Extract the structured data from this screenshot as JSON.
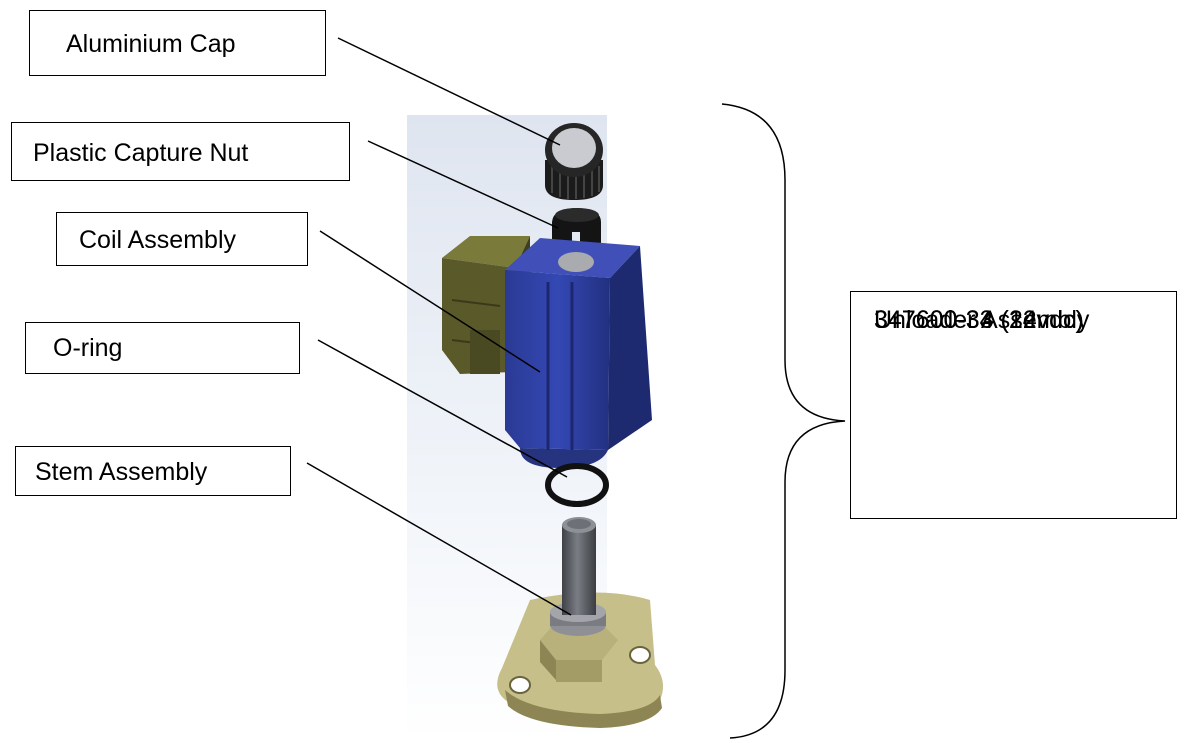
{
  "labels": {
    "aluminium_cap": "Aluminium Cap",
    "plastic_capture_nut": "Plastic Capture Nut",
    "coil_assembly": "Coil Assembly",
    "o_ring": "O-ring",
    "stem_assembly": "Stem Assembly"
  },
  "unloader": {
    "title": "Unloader Assembly",
    "part_12v": "347600-33 (12vdc)",
    "part_24v": "347600-34 (24vdc)"
  },
  "colors": {
    "coil_blue": "#2e3f9e",
    "connector_olive": "#59592a",
    "stem_gray": "#5c5e63",
    "base_tan": "#c6bf8a",
    "cap_black": "#1b1b1b",
    "background_panel": "#e3e8f2"
  }
}
